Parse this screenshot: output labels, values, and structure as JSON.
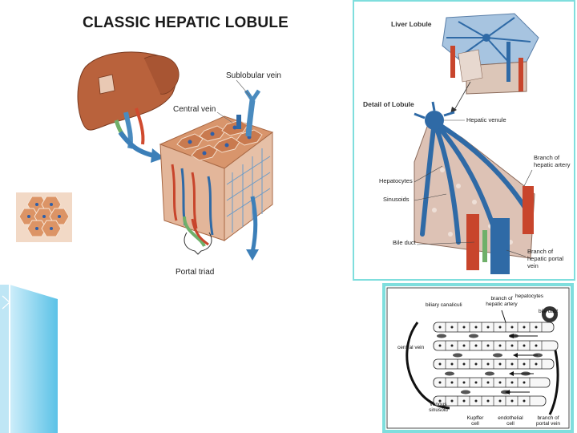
{
  "slide": {
    "title": "CLASSIC HEPATIC LOBULE",
    "colors": {
      "accent_border": "#7fdedd",
      "vein_blue": "#2f6aa6",
      "artery_red": "#c8452c",
      "tissue_pink": "#d9b9a6"
    }
  },
  "left_figure": {
    "labels": {
      "sublobular_vein": "Sublobular vein",
      "central_vein": "Central vein",
      "portal_triad": "Portal triad"
    }
  },
  "right_top_figure": {
    "labels": {
      "liver_lobule": "Liver Lobule",
      "detail_of_lobule": "Detail of Lobule",
      "hepatic_venule": "Hepatic venule",
      "branch_hepatic_artery": "Branch of hepatic artery",
      "hepatocytes": "Hepatocytes",
      "sinusoids": "Sinusoids",
      "bile_duct": "Bile duct",
      "branch_hepatic_portal_vein": "Branch of hepatic portal vein"
    }
  },
  "right_bottom_figure": {
    "labels": {
      "hepatocytes": "hepatocytes",
      "biliary_canaliculi": "biliary canaliculi",
      "branch_hepatic_artery": "branch of hepatic artery",
      "bile_duct": "bile duct",
      "central_vein": "central vein",
      "venous_sinusoid": "venous sinusoid",
      "kupffer_cell": "Kupffer cell",
      "endothelial_cell": "endothelial cell",
      "branch_portal_vein": "branch of portal vein"
    }
  }
}
